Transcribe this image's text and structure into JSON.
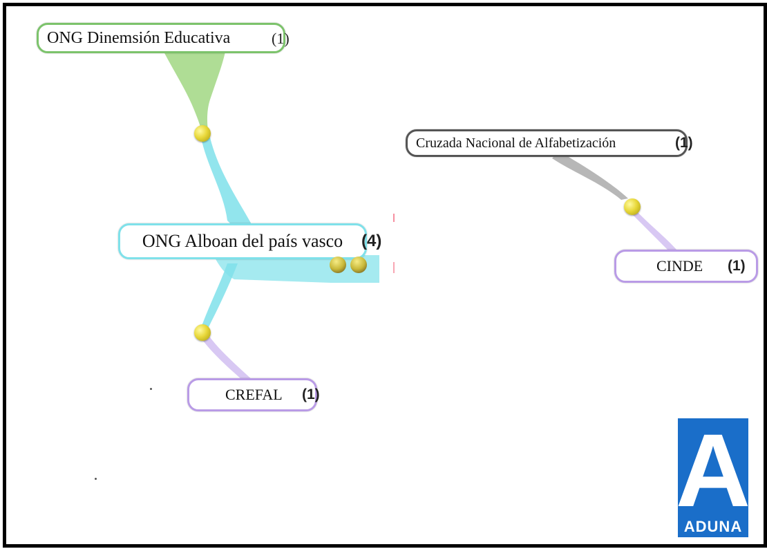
{
  "nodes": {
    "dinemsion": {
      "label": "ONG Dinemsión Educativa",
      "count": "(1)",
      "color": "#7cc36b"
    },
    "cruzada": {
      "label": "Cruzada Nacional de Alfabetización",
      "count": "(1)",
      "color": "#555555"
    },
    "alboan": {
      "label": "ONG Alboan del país vasco",
      "count": "(4)",
      "color": "#7fe1ea"
    },
    "cinde": {
      "label": "CINDE",
      "count": "(1)",
      "color": "#b99be6"
    },
    "crefal": {
      "label": "CREFAL",
      "count": "(1)",
      "color": "#b99be6"
    }
  },
  "logo": {
    "letter": "A",
    "text": "ADUNA",
    "color": "#1a6ec9"
  }
}
